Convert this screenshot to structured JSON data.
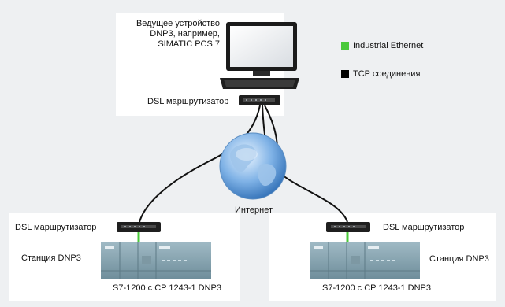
{
  "master": {
    "lines": [
      "Ведущее устройство",
      "DNP3, например,",
      "SIMATIC PCS 7"
    ],
    "router_label": "DSL маршрутизатор"
  },
  "legend": {
    "industrial_ethernet": "Industrial Ethernet",
    "tcp": "TCP соединения",
    "eth_color": "#49c93a",
    "tcp_color": "#000000"
  },
  "internet_label": "Интернет",
  "left_station": {
    "router_label": "DSL маршрутизатор",
    "station_label": "Станция DNP3",
    "device_label": "S7-1200 с CP 1243-1 DNP3"
  },
  "right_station": {
    "router_label": "DSL маршрутизатор",
    "station_label": "Станция DNP3",
    "device_label": "S7-1200 с CP 1243-1 DNP3"
  }
}
